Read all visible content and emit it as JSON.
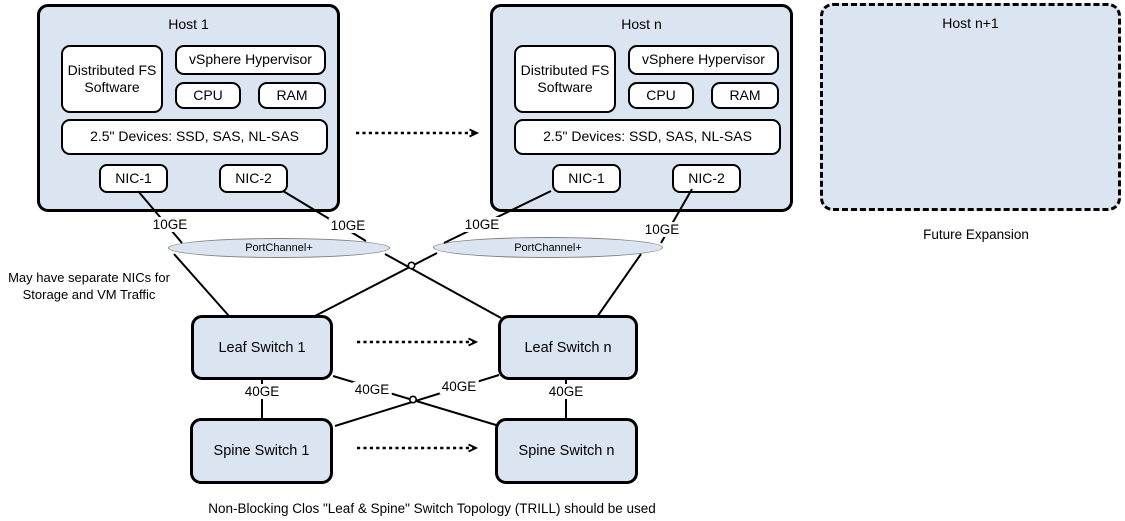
{
  "hosts": [
    {
      "title": "Host 1",
      "fs": "Distributed FS Software",
      "hypervisor": "vSphere Hypervisor",
      "cpu": "CPU",
      "ram": "RAM",
      "devices": "2.5\" Devices: SSD, SAS, NL-SAS",
      "nic1": "NIC-1",
      "nic2": "NIC-2"
    },
    {
      "title": "Host n",
      "fs": "Distributed FS Software",
      "hypervisor": "vSphere Hypervisor",
      "cpu": "CPU",
      "ram": "RAM",
      "devices": "2.5\" Devices: SSD, SAS, NL-SAS",
      "nic1": "NIC-1",
      "nic2": "NIC-2"
    }
  ],
  "future_host": {
    "title": "Host n+1",
    "caption": "Future Expansion"
  },
  "port_channels": [
    "PortChannel+",
    "PortChannel+"
  ],
  "labels_10ge": [
    "10GE",
    "10GE",
    "10GE",
    "10GE"
  ],
  "labels_40ge": [
    "40GE",
    "40GE",
    "40GE",
    "40GE"
  ],
  "switches": {
    "leaf1": "Leaf Switch 1",
    "leafn": "Leaf Switch n",
    "spine1": "Spine Switch 1",
    "spinen": "Spine Switch n"
  },
  "notes": {
    "line1": "May have separate NICs for",
    "line2": "Storage and VM Traffic",
    "bottom_caption": "Non-Blocking Clos \"Leaf & Spine\" Switch Topology (TRILL) should be used"
  },
  "colors": {
    "box_fill": "#dbe5f1",
    "inner_fill": "#ffffff",
    "border": "#000000",
    "ellipse_stroke": "#7f7f7f",
    "line": "#000000"
  }
}
